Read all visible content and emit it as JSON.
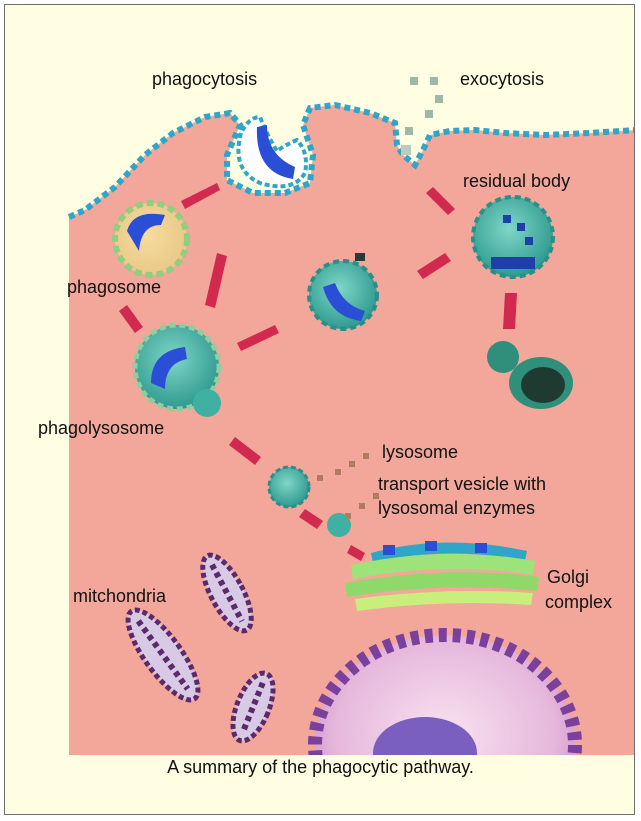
{
  "colors": {
    "panel_background": "#fffde2",
    "cytoplasm": "#f2a79a",
    "membrane": "#2fa6c8",
    "lysosome": "#40b0a2",
    "bacterium": "#2a4fd6",
    "enzyme_arrows": "#d22a4e",
    "golgi": "#9ee27a",
    "mitochondria": "#5a2a6a",
    "nucleus_envelope": "#7b3f9c"
  },
  "labels": {
    "phagocytosis": "phagocytosis",
    "exocytosis": "exocytosis",
    "residual_body": "residual body",
    "phagosome": "phagosome",
    "phagolysosome": "phagolysosome",
    "lysosome": "lysosome",
    "transport_vesicle": "transport vesicle with",
    "lysosomal_enzymes": "lysosomal enzymes",
    "golgi_line1": "Golgi",
    "golgi_line2": "complex",
    "mitochondria": "mitchondria"
  },
  "caption": "A summary of the phagocytic pathway."
}
